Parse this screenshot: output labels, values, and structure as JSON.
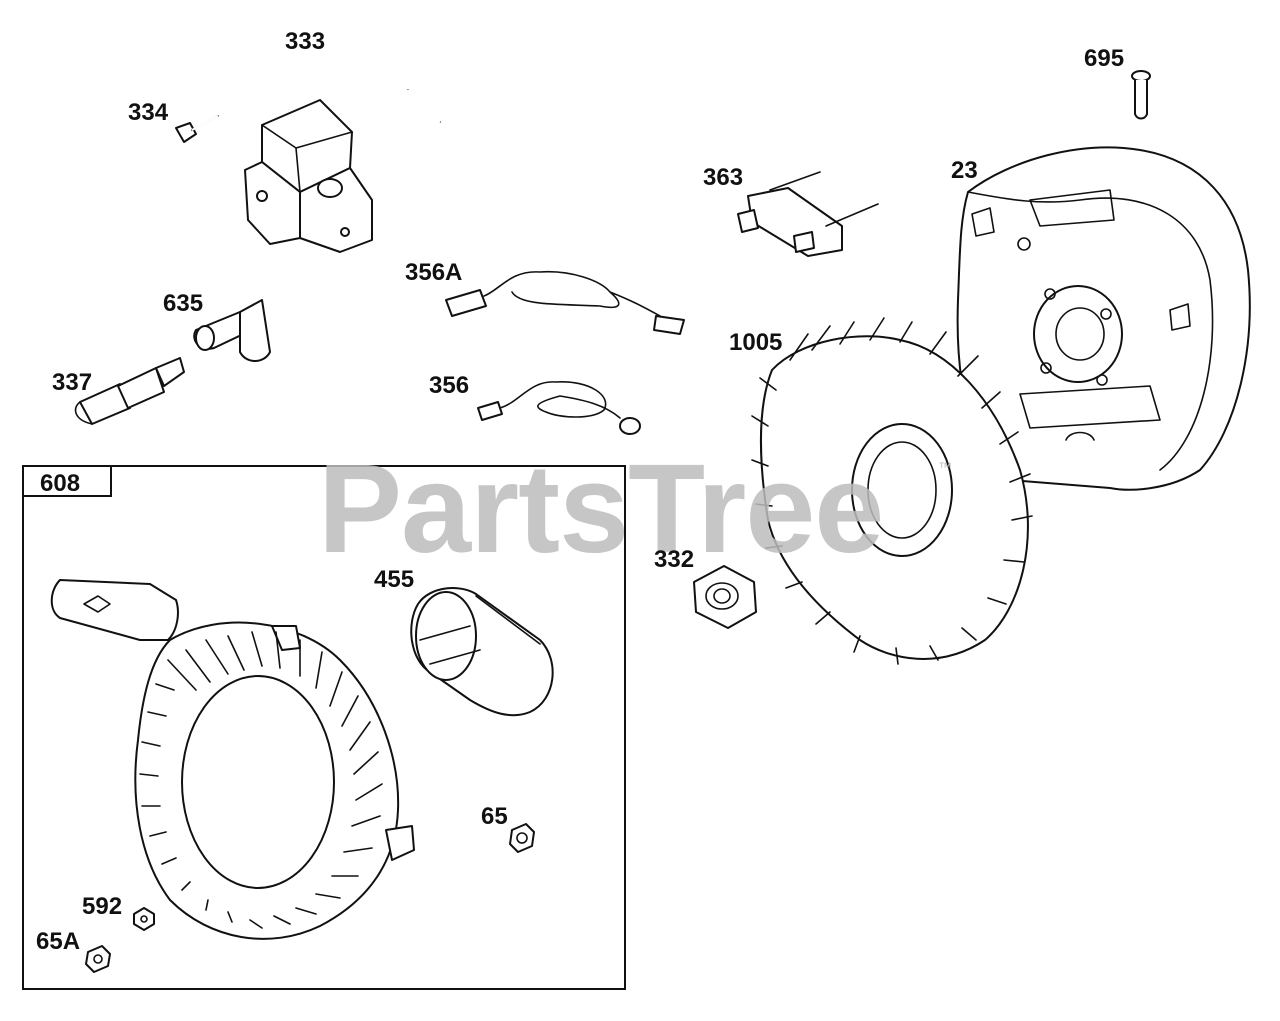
{
  "watermark": "PartsTree",
  "watermark_mark": "™",
  "kit_box_label": "608",
  "callouts": {
    "c333": "333",
    "c334": "334",
    "c695": "695",
    "c363": "363",
    "c23": "23",
    "c356A": "356A",
    "c635": "635",
    "c1005": "1005",
    "c337": "337",
    "c356": "356",
    "c332": "332",
    "c455": "455",
    "c65": "65",
    "c592": "592",
    "c65A": "65A"
  }
}
